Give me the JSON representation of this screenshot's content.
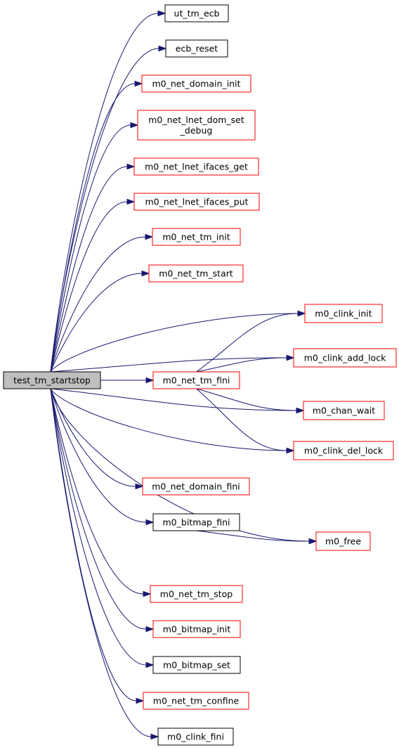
{
  "colors": {
    "edge": "#191970",
    "root_fill": "#bfbfbf",
    "documented_border": "#000000",
    "undocumented_border": "#ff0000",
    "node_fill": "#ffffff"
  },
  "root": {
    "id": "root",
    "label": "test_tm_startstop"
  },
  "nodes": [
    {
      "id": "ut_tm_ecb",
      "lines": [
        "ut_tm_ecb"
      ],
      "border": "black"
    },
    {
      "id": "ecb_reset",
      "lines": [
        "ecb_reset"
      ],
      "border": "black"
    },
    {
      "id": "m0_net_domain_init",
      "lines": [
        "m0_net_domain_init"
      ],
      "border": "red"
    },
    {
      "id": "m0_net_lnet_dom_set_debug",
      "lines": [
        "m0_net_lnet_dom_set",
        "_debug"
      ],
      "border": "red"
    },
    {
      "id": "m0_net_lnet_ifaces_get",
      "lines": [
        "m0_net_lnet_ifaces_get"
      ],
      "border": "red"
    },
    {
      "id": "m0_net_lnet_ifaces_put",
      "lines": [
        "m0_net_lnet_ifaces_put"
      ],
      "border": "red"
    },
    {
      "id": "m0_net_tm_init",
      "lines": [
        "m0_net_tm_init"
      ],
      "border": "red"
    },
    {
      "id": "m0_net_tm_start",
      "lines": [
        "m0_net_tm_start"
      ],
      "border": "red"
    },
    {
      "id": "m0_clink_init",
      "lines": [
        "m0_clink_init"
      ],
      "border": "red"
    },
    {
      "id": "m0_clink_add_lock",
      "lines": [
        "m0_clink_add_lock"
      ],
      "border": "red"
    },
    {
      "id": "m0_net_tm_fini",
      "lines": [
        "m0_net_tm_fini"
      ],
      "border": "red"
    },
    {
      "id": "m0_chan_wait",
      "lines": [
        "m0_chan_wait"
      ],
      "border": "red"
    },
    {
      "id": "m0_clink_del_lock",
      "lines": [
        "m0_clink_del_lock"
      ],
      "border": "red"
    },
    {
      "id": "m0_net_domain_fini",
      "lines": [
        "m0_net_domain_fini"
      ],
      "border": "red"
    },
    {
      "id": "m0_bitmap_fini",
      "lines": [
        "m0_bitmap_fini"
      ],
      "border": "black"
    },
    {
      "id": "m0_free",
      "lines": [
        "m0_free"
      ],
      "border": "red"
    },
    {
      "id": "m0_net_tm_stop",
      "lines": [
        "m0_net_tm_stop"
      ],
      "border": "red"
    },
    {
      "id": "m0_bitmap_init",
      "lines": [
        "m0_bitmap_init"
      ],
      "border": "red"
    },
    {
      "id": "m0_bitmap_set",
      "lines": [
        "m0_bitmap_set"
      ],
      "border": "black"
    },
    {
      "id": "m0_net_tm_confine",
      "lines": [
        "m0_net_tm_confine"
      ],
      "border": "red"
    },
    {
      "id": "m0_clink_fini",
      "lines": [
        "m0_clink_fini"
      ],
      "border": "black"
    }
  ],
  "edges": [
    {
      "from": "root",
      "to": "ut_tm_ecb"
    },
    {
      "from": "root",
      "to": "ecb_reset"
    },
    {
      "from": "root",
      "to": "m0_net_domain_init"
    },
    {
      "from": "root",
      "to": "m0_net_lnet_dom_set_debug"
    },
    {
      "from": "root",
      "to": "m0_net_lnet_ifaces_get"
    },
    {
      "from": "root",
      "to": "m0_net_lnet_ifaces_put"
    },
    {
      "from": "root",
      "to": "m0_net_tm_init"
    },
    {
      "from": "root",
      "to": "m0_net_tm_start"
    },
    {
      "from": "root",
      "to": "m0_clink_init"
    },
    {
      "from": "root",
      "to": "m0_clink_add_lock"
    },
    {
      "from": "root",
      "to": "m0_net_tm_fini"
    },
    {
      "from": "root",
      "to": "m0_chan_wait"
    },
    {
      "from": "root",
      "to": "m0_clink_del_lock"
    },
    {
      "from": "root",
      "to": "m0_net_domain_fini"
    },
    {
      "from": "root",
      "to": "m0_bitmap_fini"
    },
    {
      "from": "root",
      "to": "m0_free"
    },
    {
      "from": "root",
      "to": "m0_net_tm_stop"
    },
    {
      "from": "root",
      "to": "m0_bitmap_init"
    },
    {
      "from": "root",
      "to": "m0_bitmap_set"
    },
    {
      "from": "root",
      "to": "m0_net_tm_confine"
    },
    {
      "from": "root",
      "to": "m0_clink_fini"
    },
    {
      "from": "m0_net_tm_fini",
      "to": "m0_clink_init"
    },
    {
      "from": "m0_net_tm_fini",
      "to": "m0_clink_add_lock"
    },
    {
      "from": "m0_net_tm_fini",
      "to": "m0_chan_wait"
    },
    {
      "from": "m0_net_tm_fini",
      "to": "m0_clink_del_lock"
    },
    {
      "from": "m0_bitmap_fini",
      "to": "m0_free"
    }
  ]
}
